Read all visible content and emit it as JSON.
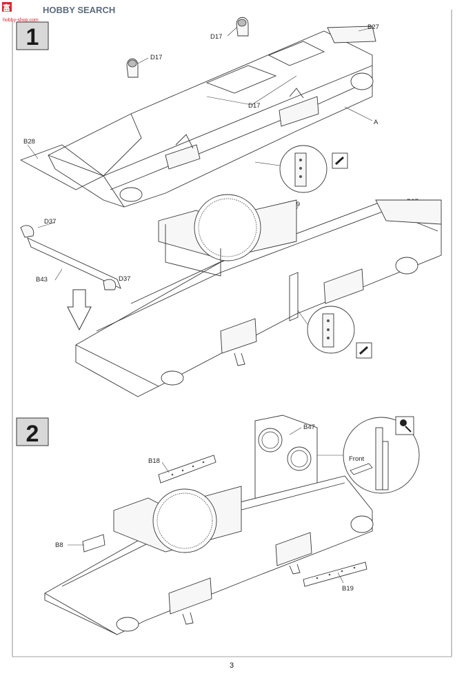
{
  "watermark": {
    "logo_text": "富",
    "brand_text": "HOBBY SEARCH",
    "sub_text": "hobby-shop.com"
  },
  "steps": [
    {
      "number": "1",
      "labels": {
        "d17_a": "D17",
        "d17_b": "D17",
        "d17_c": "D17",
        "b27": "B27",
        "a": "A",
        "b28": "B28",
        "f9": "F9",
        "b37": "B37",
        "d37_a": "D37",
        "b43": "B43",
        "d37_b": "D37"
      }
    },
    {
      "number": "2",
      "labels": {
        "b47": "B47",
        "b18": "B18",
        "b8": "B8",
        "b19": "B19",
        "front": "Front"
      }
    }
  ],
  "page_number": "3",
  "icons": [
    "cement-icon",
    "glue-tube-icon"
  ]
}
